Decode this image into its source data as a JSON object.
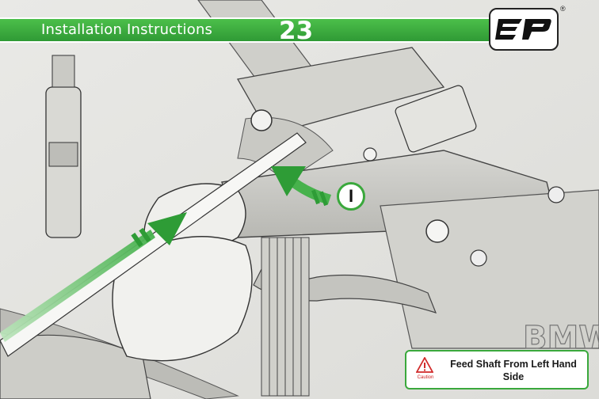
{
  "header": {
    "title": "Installation Instructions",
    "step_number": "23",
    "brand_color": "#3aa83c"
  },
  "logo": {
    "lettering": "EP",
    "registered_mark": "®"
  },
  "step_marker": {
    "label": "I"
  },
  "caution": {
    "badge_label": "Caution",
    "message": "Feed Shaft From Left Hand Side",
    "icon": "warning-triangle-icon",
    "icon_color": "#d12a2a"
  },
  "photo": {
    "arrows": [
      "insert-direction-arrow",
      "rotate-direction-arrow"
    ]
  }
}
